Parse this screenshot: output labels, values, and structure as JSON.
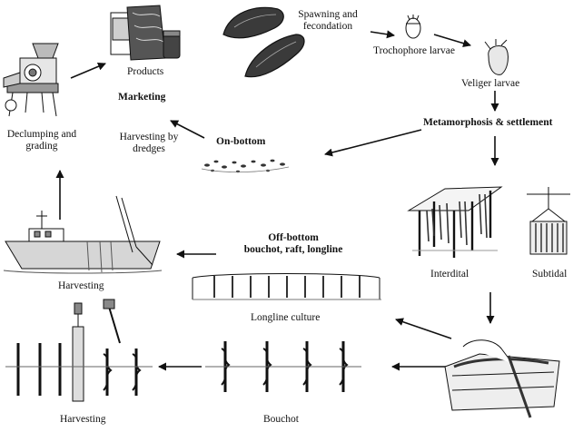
{
  "labels": {
    "spawning": "Spawning and\nfecondation",
    "trochophore": "Trochophore larvae",
    "veliger": "Veliger larvae",
    "metamorphosis": "Metamorphosis & settlement",
    "interdital": "Interdital",
    "subtidal": "Subtidal",
    "products": "Products",
    "marketing": "Marketing",
    "declumping": "Declumping and\ngrading",
    "harvesting_dredges": "Harvesting by\ndredges",
    "on_bottom": "On-bottom",
    "off_bottom": "Off-bottom\nbouchot, raft, longline",
    "harvesting_boat": "Harvesting",
    "longline_culture": "Longline culture",
    "harvesting_bouchot": "Harvesting",
    "bouchot": "Bouchot"
  }
}
